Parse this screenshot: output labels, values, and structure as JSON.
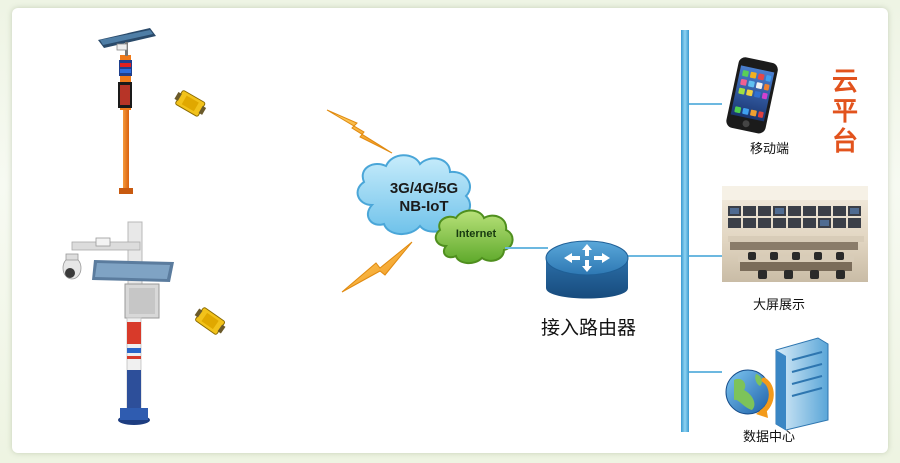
{
  "cloud": {
    "network_label": "3G/4G/5G",
    "nbiot_label": "NB-IoT",
    "internet_label": "Internet"
  },
  "router": {
    "label": "接入路由器"
  },
  "platform": {
    "title_char_1": "云",
    "title_char_2": "平",
    "title_char_3": "台",
    "mobile_label": "移动端",
    "screen_label": "大屏展示",
    "datacenter_label": "数据中心"
  },
  "colors": {
    "bus_line": "#5ab3dd",
    "router_blue": "#2f7fb8",
    "cloud_blue": "#8ed0f0",
    "cloud_green": "#86c34a",
    "platform_red": "#e2531d",
    "pole_orange": "#f07a1a",
    "lightning": "#f3a623"
  }
}
